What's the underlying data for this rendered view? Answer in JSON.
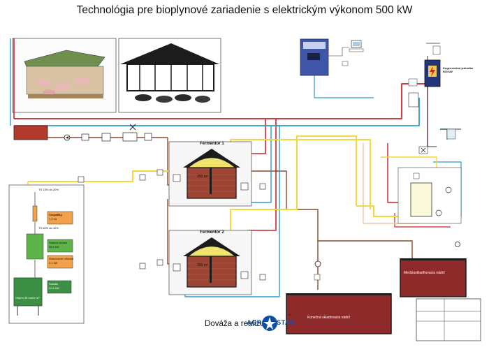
{
  "title": "Technológia pre bioplynové zariadenie s elektrickým výkonom 500 kW",
  "credit": "Dováža a realizuje",
  "brand": {
    "left": "AGR",
    "right": "STAR",
    "mark": "®"
  },
  "fermenters": [
    {
      "name": "Fermentor 1",
      "volume": "250 m³"
    },
    {
      "name": "Fermentor 2",
      "volume": "250 m³"
    }
  ],
  "tanks": {
    "final": "Konečná skladovacia nádrž",
    "intermediate": "Medziuskladňovacia nádrž"
  },
  "dryer": {
    "products": [
      {
        "label": "Cecpeliky",
        "value": "7,2 t/d"
      },
      {
        "label": "Sušená zložka",
        "value": "38,2 kW"
      },
      {
        "label": "Zbavovanie vlhkosti",
        "value": "2,1 kW"
      },
      {
        "label": "Sušidlo",
        "value": "22,6 kW"
      }
    ],
    "bin": "Objem 35 metre m³",
    "header1": "TS 13% do 20%",
    "header2": "TS 60% do 40%"
  },
  "chp": {
    "label": "Kogeneračná jednotka 500 kW"
  },
  "colors": {
    "heat": "#c8242b",
    "cold": "#2c9ad1",
    "gas": "#f2d93b",
    "substrate": "#8b4a2b",
    "dark": "#222222"
  },
  "icons": [
    "pig-barn-illustration",
    "cow-barn-illustration",
    "computer-icon",
    "lightning-icon",
    "pump-icon",
    "valve-icon"
  ]
}
